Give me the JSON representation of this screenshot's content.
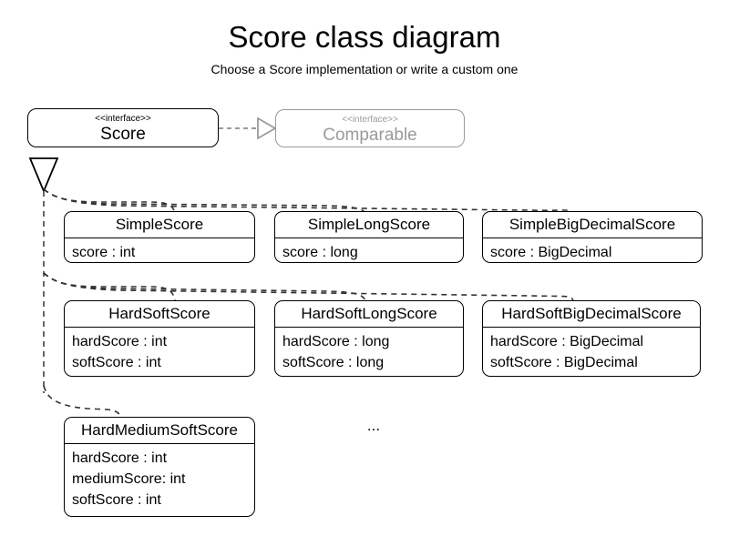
{
  "page": {
    "title": "Score class diagram",
    "subtitle": "Choose a Score implementation or write a custom one",
    "ellipsis": "...",
    "colors": {
      "stroke": "#000000",
      "muted_stroke": "#9a9a9a",
      "background": "#ffffff",
      "connector": "#555555"
    }
  },
  "interfaces": {
    "score": {
      "stereotype": "<<interface>>",
      "name": "Score"
    },
    "comparable": {
      "stereotype": "<<interface>>",
      "name": "Comparable"
    }
  },
  "classes": [
    {
      "name": "SimpleScore",
      "attributes": [
        "score : int"
      ]
    },
    {
      "name": "SimpleLongScore",
      "attributes": [
        "score : long"
      ]
    },
    {
      "name": "SimpleBigDecimalScore",
      "attributes": [
        "score : BigDecimal"
      ]
    },
    {
      "name": "HardSoftScore",
      "attributes": [
        "hardScore : int",
        "softScore : int"
      ]
    },
    {
      "name": "HardSoftLongScore",
      "attributes": [
        "hardScore : long",
        "softScore : long"
      ]
    },
    {
      "name": "HardSoftBigDecimalScore",
      "attributes": [
        "hardScore : BigDecimal",
        "softScore : BigDecimal"
      ]
    },
    {
      "name": "HardMediumSoftScore",
      "attributes": [
        "hardScore : int",
        "mediumScore: int",
        "softScore : int"
      ]
    }
  ],
  "relationships": {
    "score_extends_comparable": "dashed generalization arrow from Score to Comparable",
    "implementations": "dashed generalization from the seven concrete score classes up to Score"
  }
}
